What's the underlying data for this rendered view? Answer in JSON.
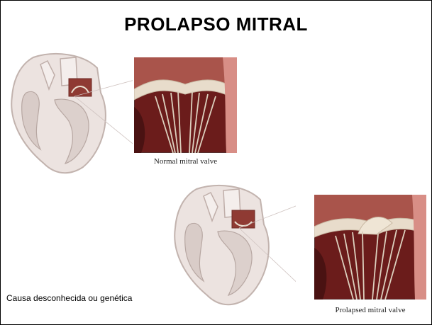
{
  "slide": {
    "title": "PROLAPSO MITRAL",
    "note": "Causa desconhecida ou genética"
  },
  "figures": {
    "normal_caption": "Normal mitral valve",
    "prolapsed_caption": "Prolapsed mitral valve"
  },
  "colors": {
    "heart_tissue": "#e9dfdc",
    "heart_outline": "#b9aaa6",
    "muscle": "#8a2e2a",
    "muscle_dark": "#5a1716",
    "valve_leaflet": "#e8dccb",
    "chordae": "#d9cdbc",
    "highlight_box": "#9a3b35"
  }
}
